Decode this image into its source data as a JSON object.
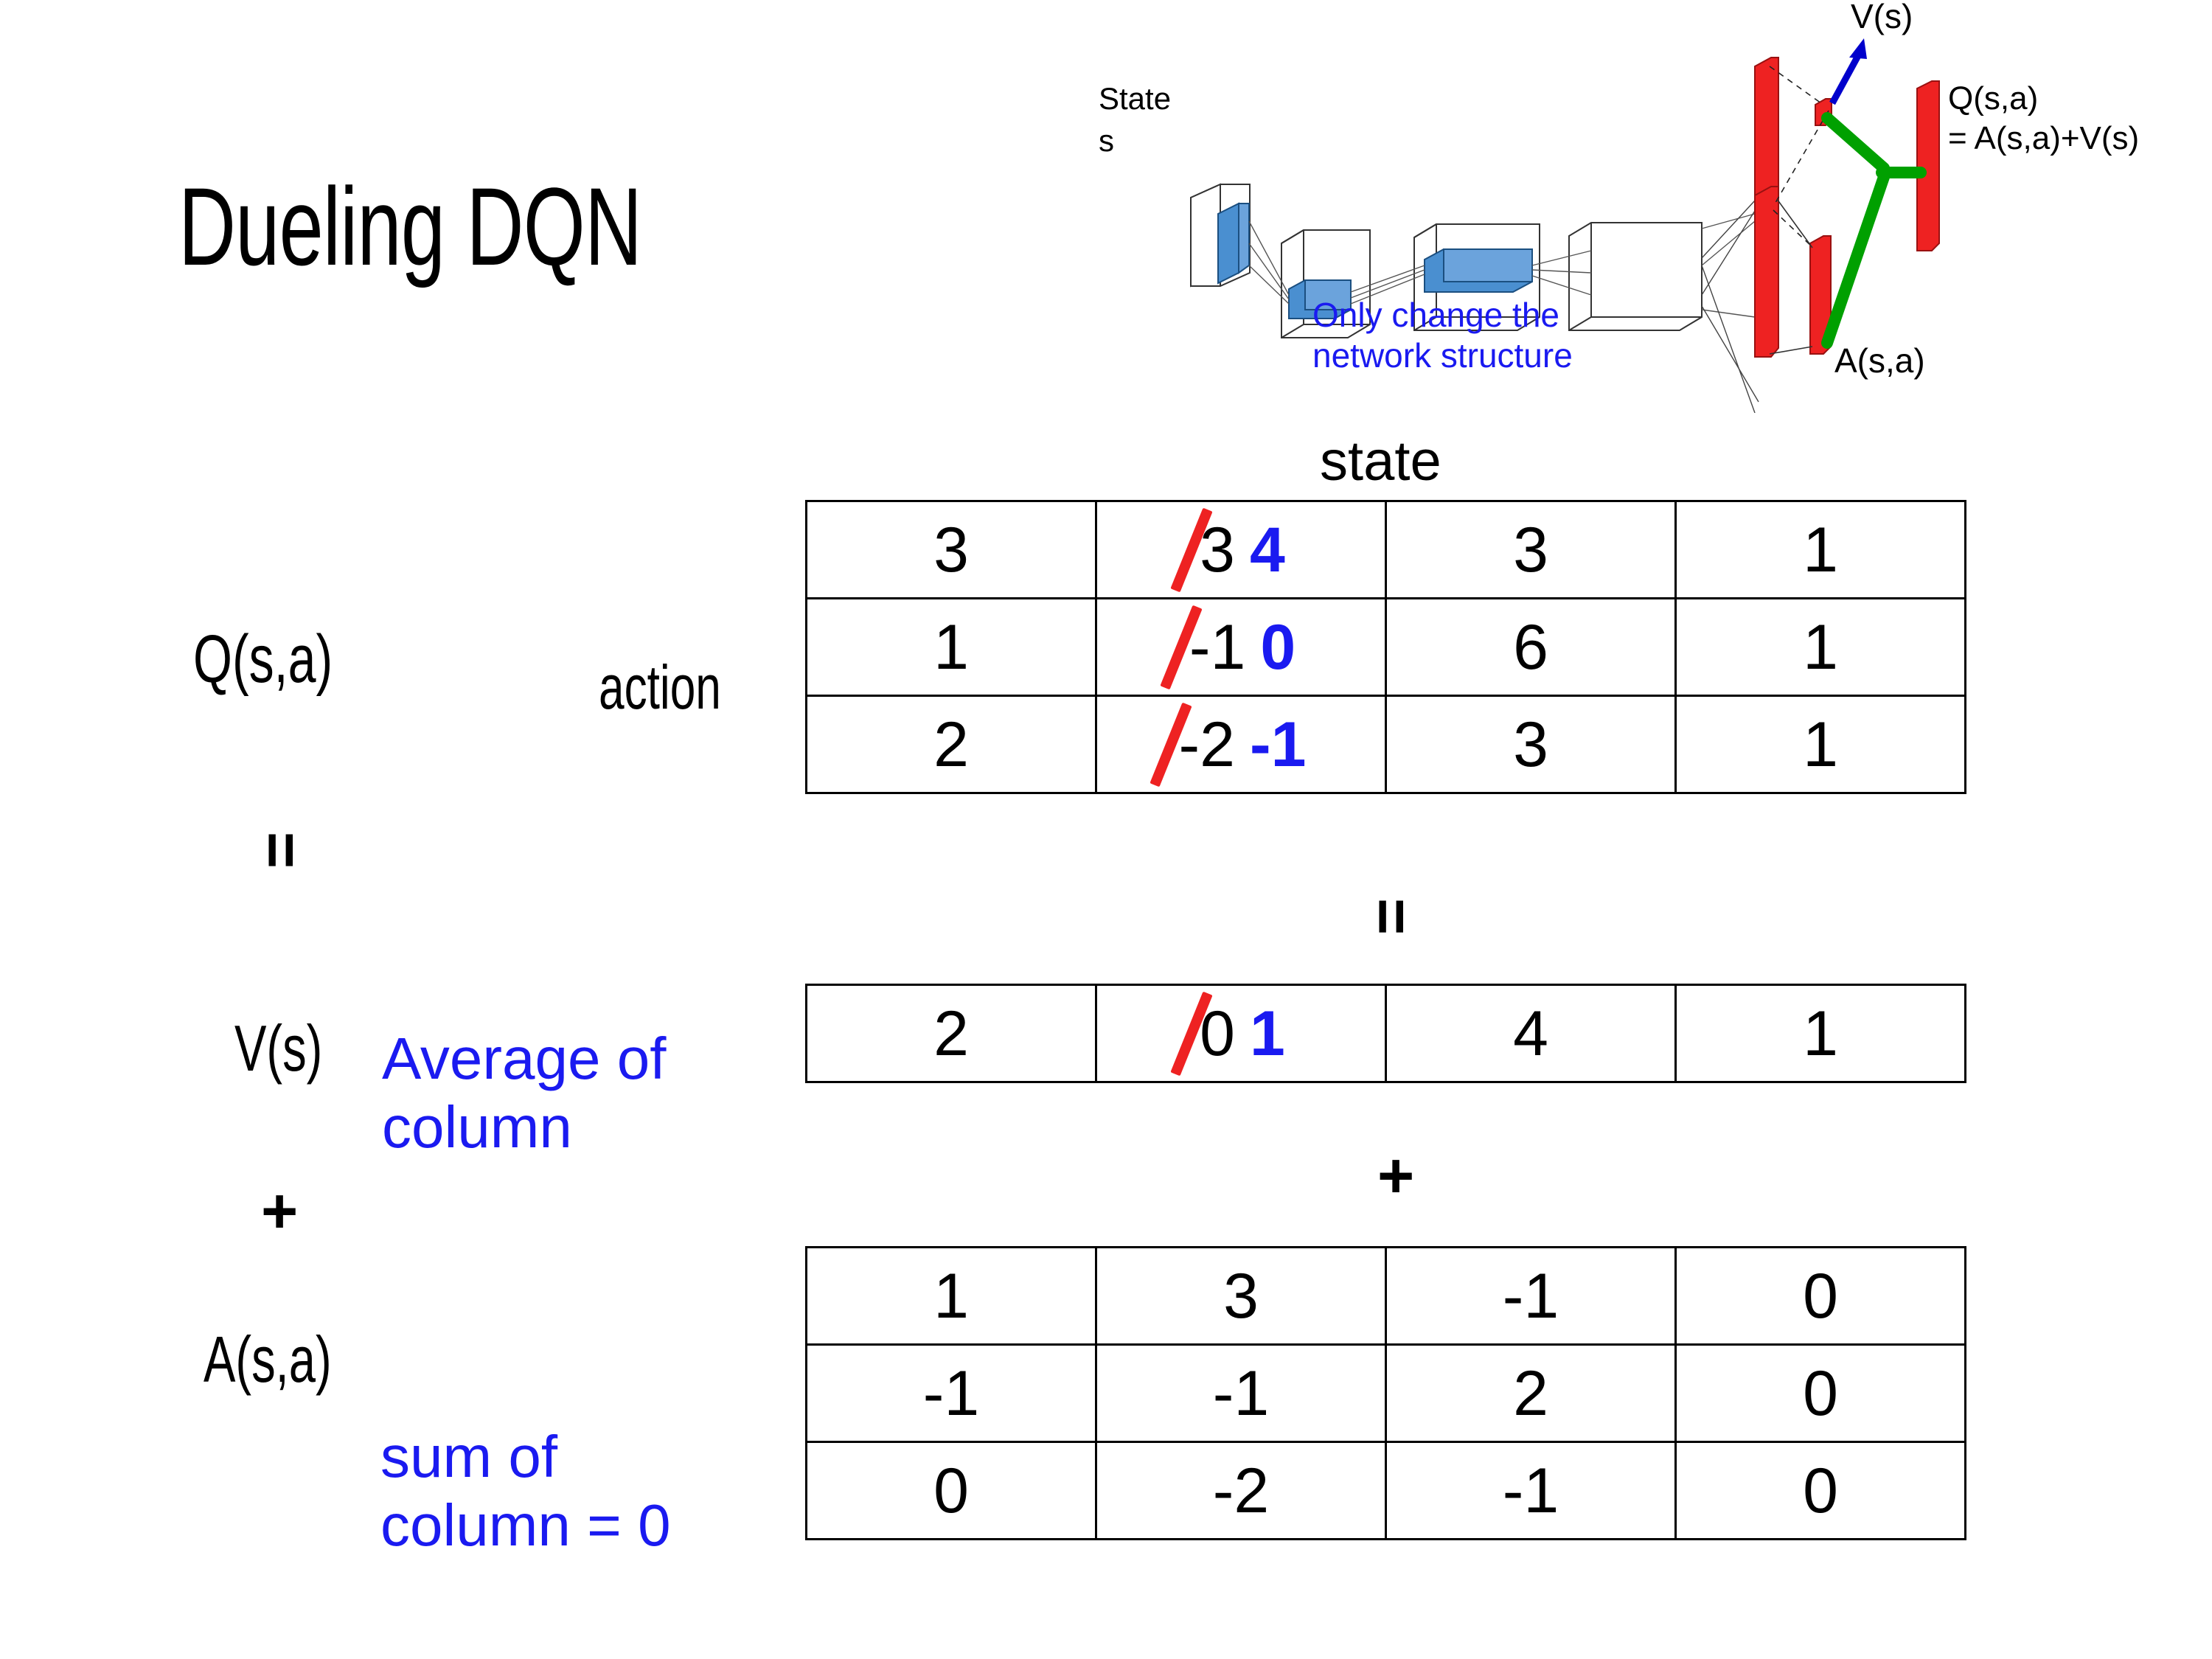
{
  "slide": {
    "title": "Dueling DQN"
  },
  "diagram": {
    "state_label": "State",
    "state_sub": "s",
    "value_label": "V(s)",
    "advantage_label": "A(s,a)",
    "q_label_line1": "Q(s,a)",
    "q_label_line2": "= A(s,a)+V(s)",
    "note": "Only change the\nnetwork structure",
    "colors": {
      "value_arrow": "#0000cc",
      "combine": "#00a000",
      "layer_red": "#ee2222",
      "layer_blue": "#4a8fd0",
      "note_text": "#1a1af0"
    }
  },
  "labels": {
    "state": "state",
    "action": "action",
    "q": "Q(s,a)",
    "v": "V(s)",
    "a": "A(s,a)",
    "equals": "=",
    "plus": "+"
  },
  "notes": {
    "average_of_column": "Average of\ncolumn",
    "sum_of_column": "sum of\ncolumn = 0"
  },
  "colors": {
    "strike": "#ee2222",
    "correction": "#1a1af0",
    "text": "#000000",
    "background": "#ffffff"
  },
  "chart_data": {
    "type": "table",
    "title": "Dueling DQN: Q(s,a) = V(s) + A(s,a)",
    "axis_labels": {
      "columns": "state",
      "rows": "action"
    },
    "tables": [
      {
        "name": "Q(s,a)",
        "rows": 3,
        "cols": 4,
        "values": [
          [
            "3",
            "3",
            "3",
            "1"
          ],
          [
            "1",
            "-1",
            "6",
            "1"
          ],
          [
            "2",
            "-2",
            "3",
            "1"
          ]
        ],
        "corrections": [
          {
            "row": 0,
            "col": 1,
            "old": "3",
            "new": "4"
          },
          {
            "row": 1,
            "col": 1,
            "old": "-1",
            "new": "0"
          },
          {
            "row": 2,
            "col": 1,
            "old": "-2",
            "new": "-1"
          }
        ]
      },
      {
        "name": "V(s)",
        "rows": 1,
        "cols": 4,
        "values": [
          [
            "2",
            "0",
            "4",
            "1"
          ]
        ],
        "corrections": [
          {
            "row": 0,
            "col": 1,
            "old": "0",
            "new": "1"
          }
        ]
      },
      {
        "name": "A(s,a)",
        "rows": 3,
        "cols": 4,
        "values": [
          [
            "1",
            "3",
            "-1",
            "0"
          ],
          [
            "-1",
            "-1",
            "2",
            "0"
          ],
          [
            "0",
            "-2",
            "-1",
            "0"
          ]
        ],
        "corrections": []
      }
    ],
    "operators": [
      {
        "symbol": "=",
        "between": [
          "Q(s,a)",
          "V(s)"
        ]
      },
      {
        "symbol": "+",
        "between": [
          "V(s)",
          "A(s,a)"
        ]
      }
    ]
  }
}
